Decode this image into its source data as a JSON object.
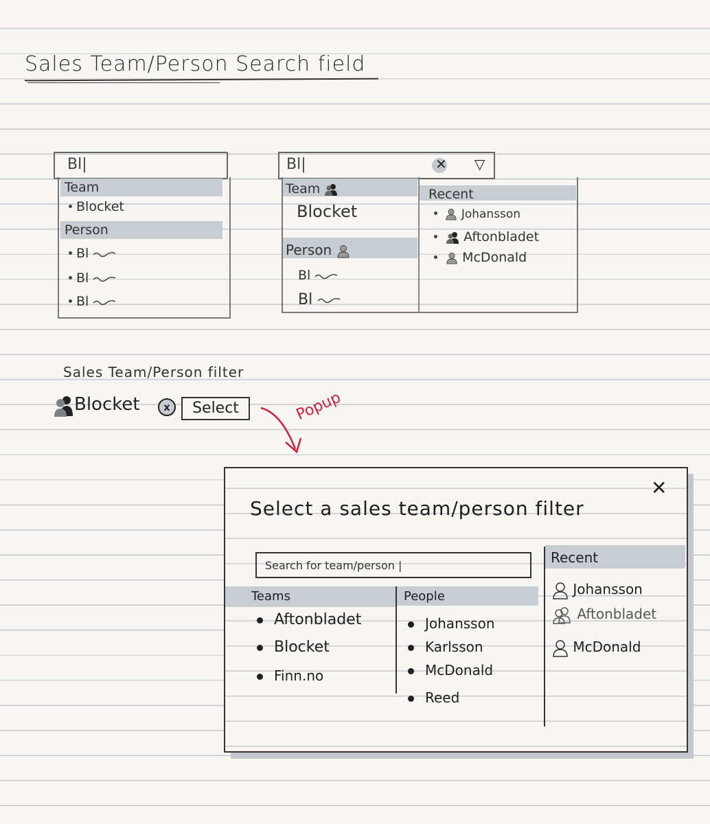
{
  "page_title": "Sales Team/Person Search field",
  "sketch1": {
    "input_value": "Bl|",
    "team_header": "Team",
    "team_item": "Blocket",
    "person_header": "Person",
    "person_items": [
      "Bl",
      "Bl",
      "Bl"
    ]
  },
  "sketch2": {
    "input_value": "Bl|",
    "clear_glyph": "✕",
    "dropdown_glyph": "▽",
    "team_header": "Team",
    "team_item": "Blocket",
    "person_header": "Person",
    "person_items": [
      "Bl",
      "Bl"
    ],
    "recent_header": "Recent",
    "recent_items": [
      "Johansson",
      "Aftonbladet",
      "McDonald"
    ]
  },
  "filter": {
    "label": "Sales Team/Person filter",
    "selected_value": "Blocket",
    "clear_glyph": "x",
    "select_button": "Select"
  },
  "annotation": "Popup",
  "modal": {
    "title": "Select a sales team/person filter",
    "close_glyph": "✕",
    "search_placeholder": "Search for team/person |",
    "teams_header": "Teams",
    "teams": [
      "Aftonbladet",
      "Blocket",
      "Finn.no"
    ],
    "people_header": "People",
    "people": [
      "Johansson",
      "Karlsson",
      "McDonald",
      "Reed"
    ],
    "recent_header": "Recent",
    "recent": [
      "Johansson",
      "Aftonbladet",
      "McDonald"
    ]
  },
  "colors": {
    "highlight": "#c8ccd3",
    "annotation": "#d21f3c",
    "ink": "#2b2b2e"
  }
}
